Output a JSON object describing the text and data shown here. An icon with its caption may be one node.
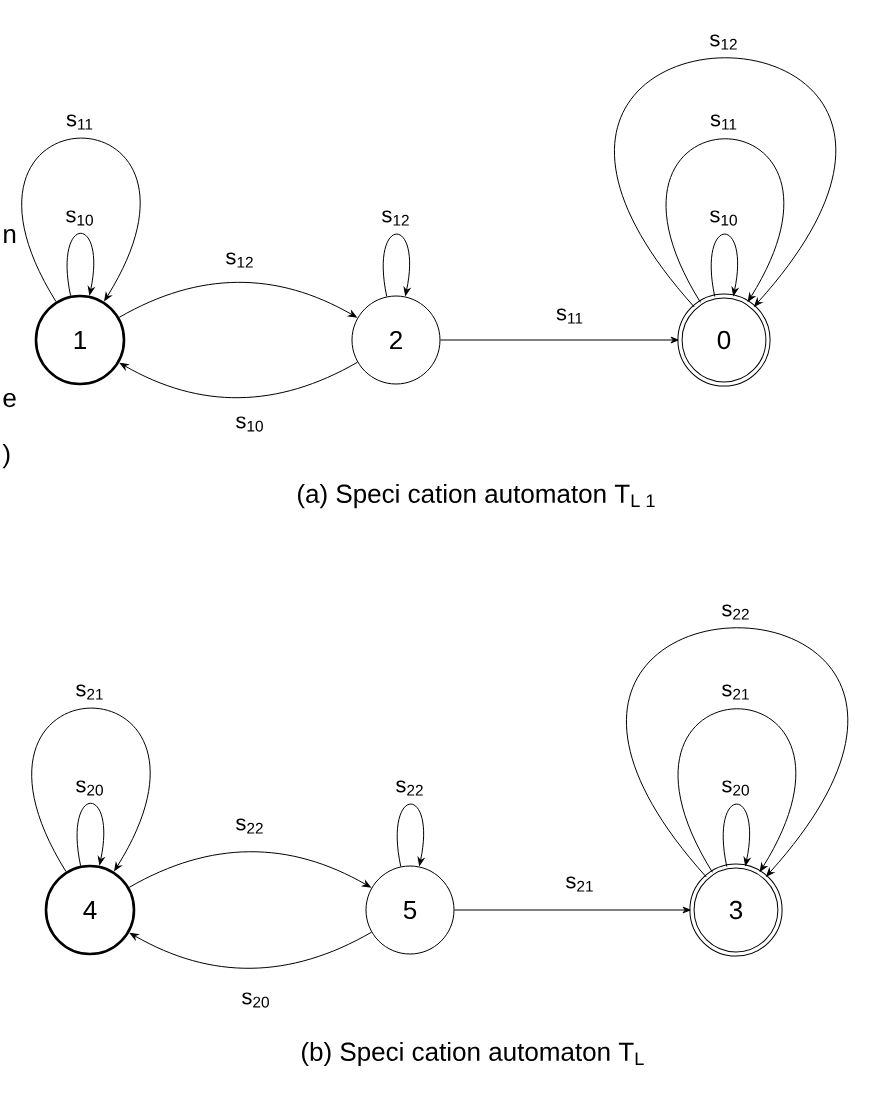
{
  "diagram": {
    "nodes": [
      {
        "text": [
          "1"
        ]
      },
      {
        "text": [
          "2"
        ]
      },
      {
        "text": [
          "0"
        ]
      },
      {
        "text": [
          "4"
        ]
      },
      {
        "text": [
          "5"
        ]
      },
      {
        "text": [
          "3"
        ]
      }
    ],
    "edges": [
      {
        "from": 0,
        "to": 0,
        "arrow": "to",
        "label": "s$_{10}$"
      },
      {
        "from": 0,
        "to": 0,
        "arrow": "to",
        "label": "s$_{11}$"
      },
      {
        "from": 0,
        "to": 1,
        "arrow": "to",
        "label": "s$_{12}$"
      },
      {
        "from": 1,
        "to": 1,
        "arrow": "to",
        "label": "s$_{12}$"
      },
      {
        "from": 1,
        "to": 0,
        "arrow": "to",
        "label": "s$_{10}$"
      },
      {
        "from": 1,
        "to": 2,
        "arrow": "to",
        "label": "s$_{11}$"
      },
      {
        "from": 2,
        "to": 2,
        "arrow": "to",
        "label": "s$_{10}$"
      },
      {
        "from": 2,
        "to": 2,
        "arrow": "to",
        "label": "s$_{11}$"
      },
      {
        "from": 2,
        "to": 2,
        "arrow": "to",
        "label": "s$_{12}$"
      },
      {
        "from": 3,
        "to": 3,
        "arrow": "to",
        "label": "s$_{20}$"
      },
      {
        "from": 3,
        "to": 3,
        "arrow": "to",
        "label": "s$_{21}$"
      },
      {
        "from": 3,
        "to": 4,
        "arrow": "to",
        "label": "s$_{22}$"
      },
      {
        "from": 4,
        "to": 4,
        "arrow": "to",
        "label": "s$_{22}$"
      },
      {
        "from": 4,
        "to": 3,
        "arrow": "to",
        "label": "s$_{20}$"
      },
      {
        "from": 4,
        "to": 5,
        "arrow": "to",
        "label": "s$_{21}$"
      },
      {
        "from": 5,
        "to": 5,
        "arrow": "to",
        "label": "s$_{20}$"
      },
      {
        "from": 5,
        "to": 5,
        "arrow": "to",
        "label": "s$_{21}$"
      },
      {
        "from": 5,
        "to": 5,
        "arrow": "to",
        "label": "s$_{22}$"
      }
    ],
    "labels": [
      "n",
      "e",
      ")",
      "(a) Speci cation automaton T$_{L 1}$",
      "(b) Speci cation automaton T$_{L}$"
    ]
  }
}
